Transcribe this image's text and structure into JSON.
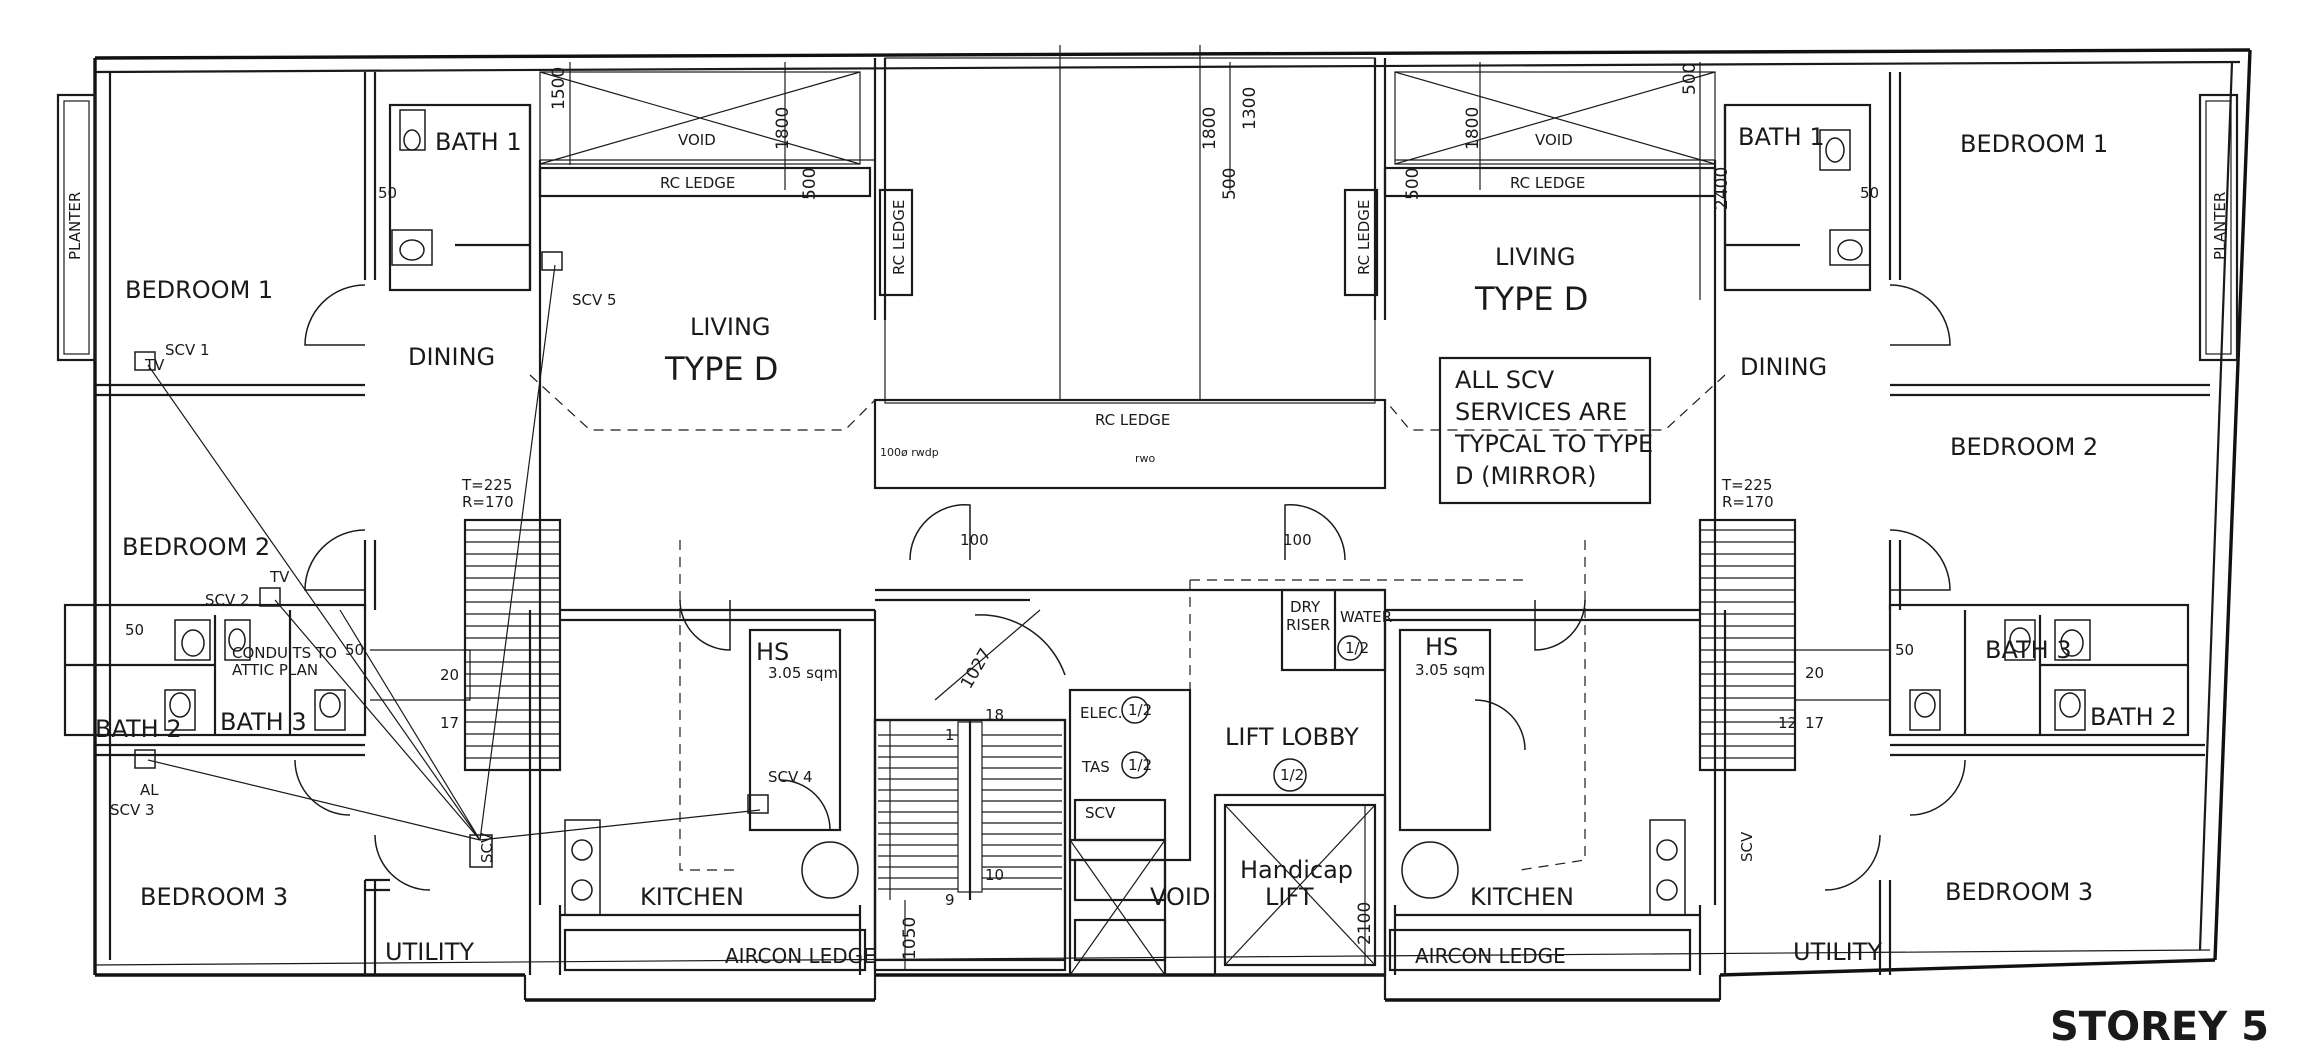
{
  "title": "STOREY 5",
  "unit_type": "TYPE D",
  "rooms": {
    "bedroom_1": "BEDROOM 1",
    "bedroom_2": "BEDROOM 2",
    "bedroom_3": "BEDROOM 3",
    "bath_1": "BATH 1",
    "bath_2": "BATH 2",
    "bath_3": "BATH 3",
    "dining": "DINING",
    "living": "LIVING",
    "kitchen": "KITCHEN",
    "utility": "UTILITY",
    "aircon_ledge": "AIRCON LEDGE",
    "void": "VOID",
    "rc_ledge": "RC LEDGE",
    "lift_lobby": "LIFT LOBBY",
    "handicap_lift_1": "Handicap",
    "handicap_lift_2": "LIFT",
    "planter": "PLANTER",
    "hs": "HS",
    "hs_area": "3.05 sqm",
    "dry_riser_1": "DRY",
    "dry_riser_2": "RISER",
    "water": "WATER",
    "elec": "ELEC.",
    "tas": "TAS",
    "scv": "SCV"
  },
  "note_lines": [
    "ALL SCV",
    "SERVICES ARE",
    "TYPCAL TO TYPE",
    "D (MIRROR)"
  ],
  "services": {
    "scv1": "SCV 1",
    "scv2": "SCV 2",
    "scv3": "SCV 3",
    "scv4": "SCV 4",
    "scv5": "SCV 5",
    "tv": "TV",
    "al": "AL",
    "conduits_1": "CONDUITS TO",
    "conduits_2": "ATTIC PLAN",
    "rwdp": "100ø rwdp",
    "rwo": "rwo",
    "scv_vertical": "SCV",
    "half": "1/2"
  },
  "dimensions": {
    "d1500": "1500",
    "d1800": "1800",
    "d1300": "1300",
    "d500": "500",
    "d2400": "2400",
    "d2100": "2100",
    "d1050": "1050",
    "d1027": "1027",
    "d100": "100",
    "d50": "50",
    "d20": "20",
    "d17": "17",
    "d12": "12",
    "d18": "18",
    "d10": "10",
    "d9": "9",
    "d1": "1",
    "t225": "T=225",
    "r170": "R=170"
  }
}
